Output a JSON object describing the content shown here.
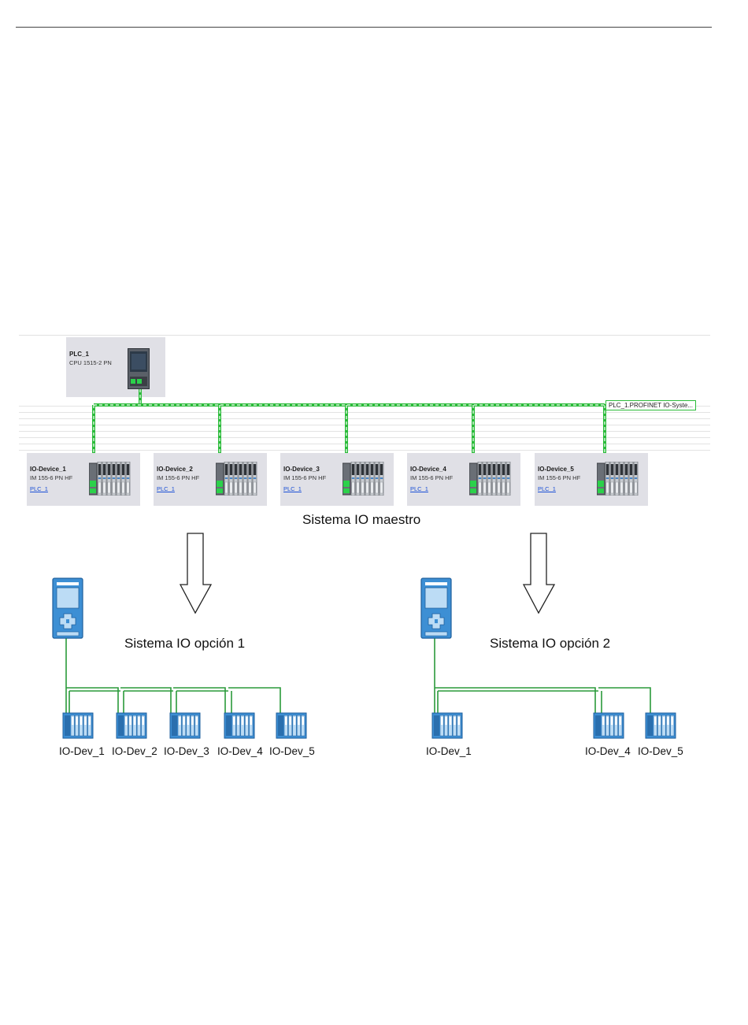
{
  "network_view": {
    "plc": {
      "name": "PLC_1",
      "model": "CPU 1515-2 PN"
    },
    "io_system_label": "PLC_1.PROFINET IO-Syste...",
    "devices": [
      {
        "name": "IO-Device_1",
        "model": "IM 155-6 PN HF",
        "link": "PLC_1"
      },
      {
        "name": "IO-Device_2",
        "model": "IM 155-6 PN HF",
        "link": "PLC_1"
      },
      {
        "name": "IO-Device_3",
        "model": "IM 155-6 PN HF",
        "link": "PLC_1"
      },
      {
        "name": "IO-Device_4",
        "model": "IM 155-6 PN HF",
        "link": "PLC_1"
      },
      {
        "name": "IO-Device_5",
        "model": "IM 155-6 PN HF",
        "link": "PLC_1"
      }
    ],
    "caption": "Sistema IO maestro"
  },
  "option1": {
    "caption": "Sistema IO opción 1",
    "devices": [
      "IO-Dev_1",
      "IO-Dev_2",
      "IO-Dev_3",
      "IO-Dev_4",
      "IO-Dev_5"
    ]
  },
  "option2": {
    "caption": "Sistema IO opción 2",
    "devices": [
      "IO-Dev_1",
      "IO-Dev_4",
      "IO-Dev_5"
    ]
  },
  "colors": {
    "network_green": "#2bbb3a",
    "device_blue": "#3d8fd4",
    "device_light": "#bcdcf5",
    "box_grey": "#e0e0e6"
  }
}
